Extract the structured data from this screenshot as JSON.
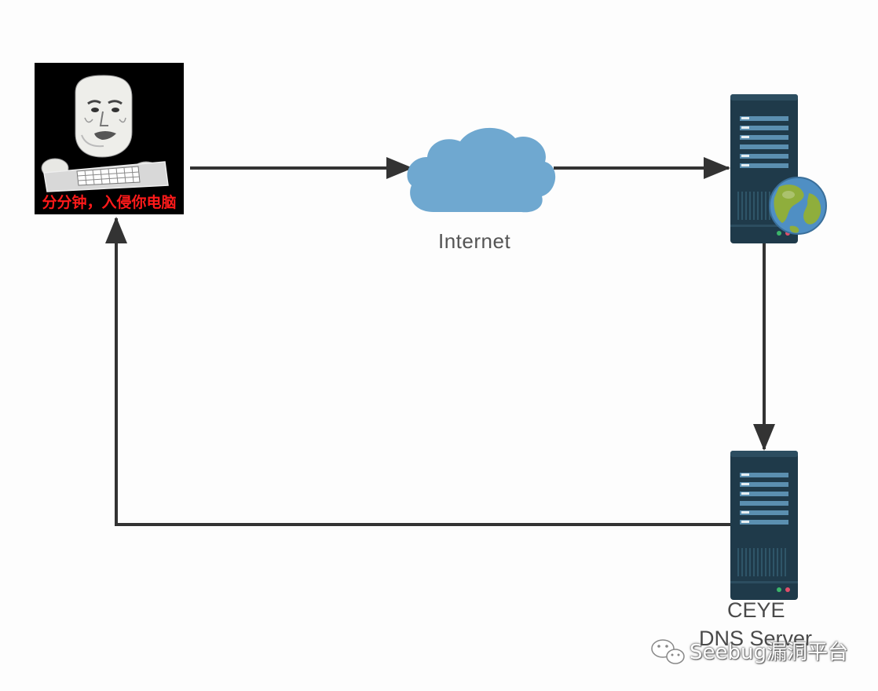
{
  "diagram": {
    "nodes": {
      "attacker": {
        "caption": "分分钟，入侵你电脑",
        "icon": "meme-face-keyboard-icon"
      },
      "internet": {
        "label": "Internet",
        "icon": "cloud-icon",
        "color": "#6fa8d0"
      },
      "web_server": {
        "icon": "server-globe-icon"
      },
      "dns_server": {
        "label_line1": "CEYE",
        "label_line2": "DNS Server",
        "icon": "server-icon"
      }
    },
    "edges": [
      {
        "from": "attacker",
        "to": "internet"
      },
      {
        "from": "internet",
        "to": "web_server"
      },
      {
        "from": "web_server",
        "to": "dns_server"
      },
      {
        "from": "dns_server",
        "to": "attacker"
      }
    ],
    "colors": {
      "arrow": "#333333",
      "server_body": "#1f3a4a",
      "server_stripe": "#5b8fb0",
      "globe_water": "#4f8fc4",
      "globe_land": "#8fae3c"
    }
  },
  "watermark": {
    "text": "Seebug漏洞平台",
    "icon": "wechat-icon"
  }
}
